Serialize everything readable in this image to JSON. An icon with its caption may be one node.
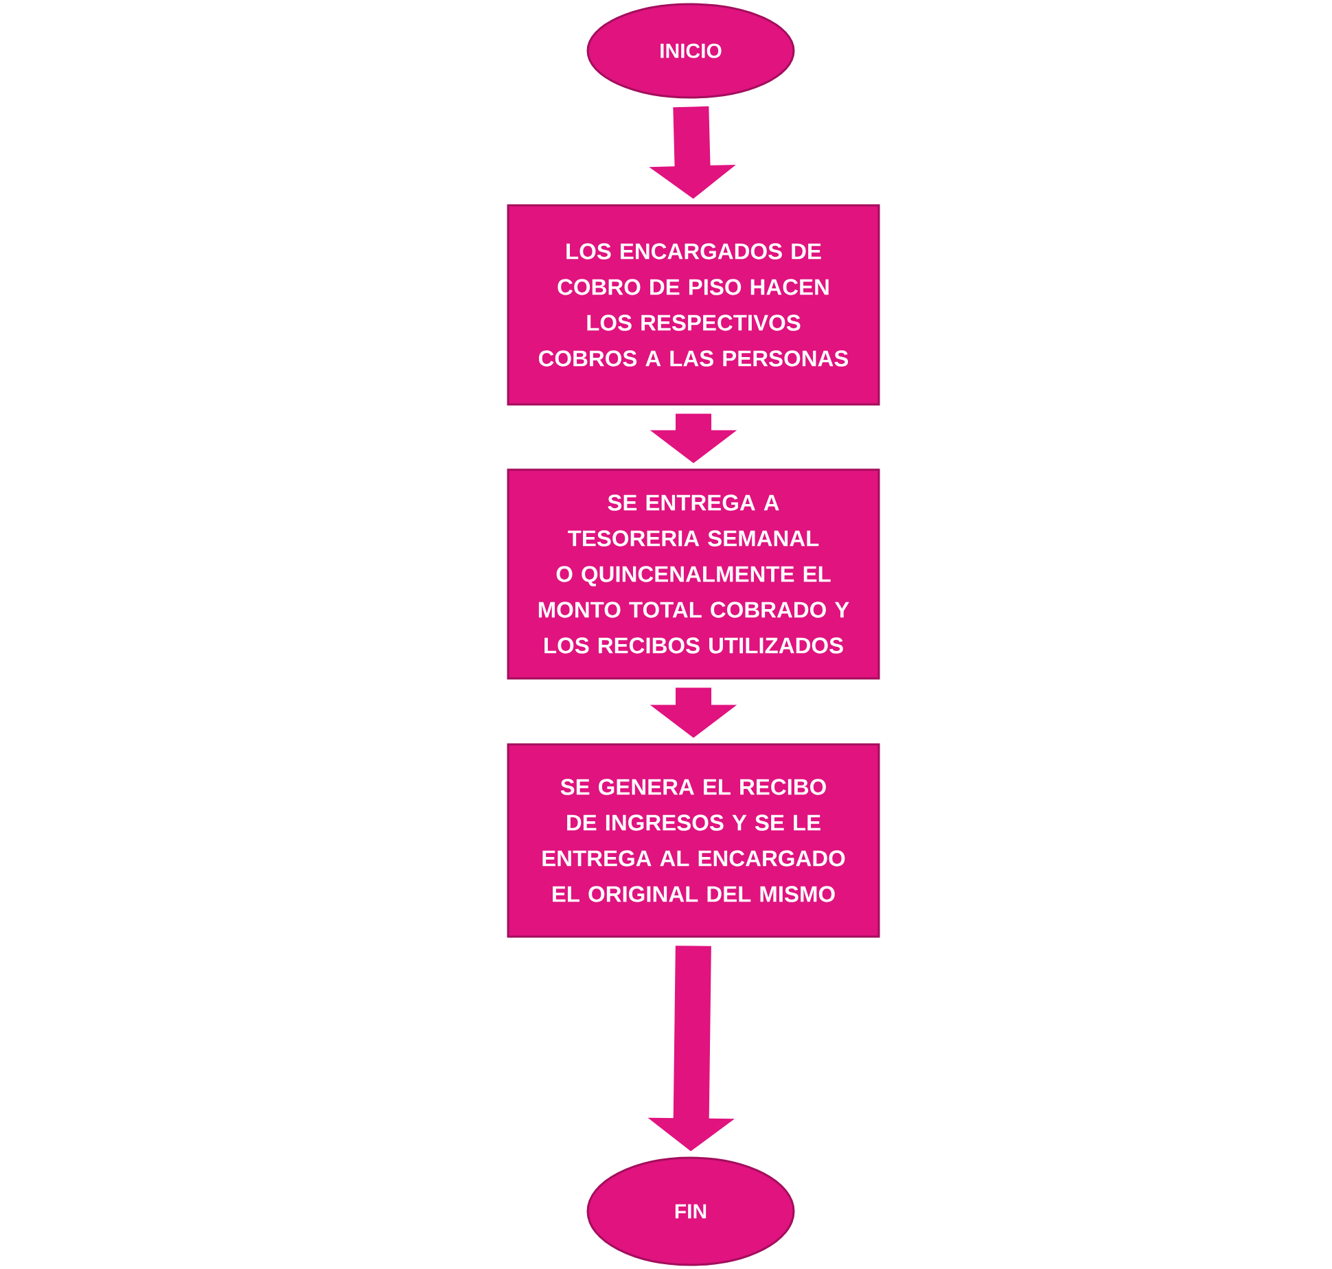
{
  "diagram": {
    "nodes": [
      {
        "text": [
          "INICIO"
        ]
      },
      {
        "text": [
          "LOS ENCARGADOS DE COBRO DE PISO HACEN LOS RESPECTIVOS COBROS A LAS PERSONAS"
        ]
      },
      {
        "text": [
          "SE ENTREGA A TESORERIA SEMANAL O QUINCENALMENTE EL MONTO TOTAL COBRADO Y LOS RECIBOS UTILIZADOS"
        ]
      },
      {
        "text": [
          "SE GENERA EL RECIBO DE INGRESOS Y SE LE ENTREGA AL ENCARGADO EL ORIGINAL DEL MISMO"
        ]
      },
      {
        "text": [
          "FIN"
        ]
      }
    ],
    "edges": [
      {
        "from": 0,
        "to": 1,
        "arrow": "to"
      },
      {
        "from": 1,
        "to": 2,
        "arrow": "to"
      },
      {
        "from": 2,
        "to": 3,
        "arrow": "to"
      },
      {
        "from": 3,
        "to": 4,
        "arrow": "to"
      }
    ]
  }
}
